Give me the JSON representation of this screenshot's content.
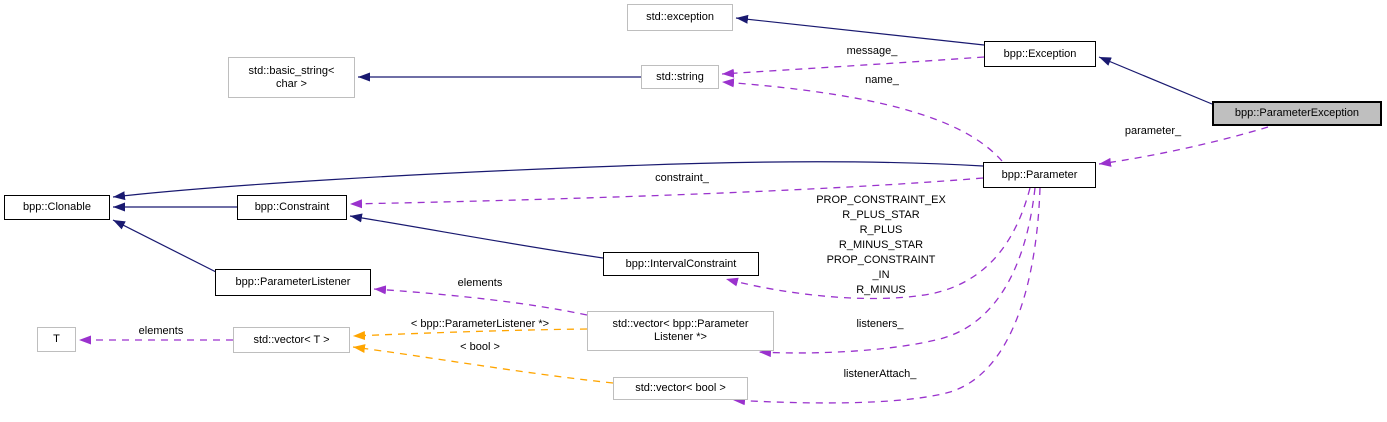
{
  "colors": {
    "inheritance": "#191970",
    "usage": "#9a32cd",
    "template_relation": "#ffa500",
    "node_border": "#000000",
    "external_border": "#bebebe",
    "highlight_fill": "#bfbfbf",
    "background": "#ffffff",
    "text": "#000000"
  },
  "nodes": {
    "std_exception": "std::exception",
    "bpp_exception": "bpp::Exception",
    "std_basic_string": "std::basic_string<\nchar >",
    "std_string": "std::string",
    "bpp_parameter_exception": "bpp::ParameterException",
    "bpp_parameter": "bpp::Parameter",
    "bpp_clonable": "bpp::Clonable",
    "bpp_constraint": "bpp::Constraint",
    "bpp_parameter_listener": "bpp::ParameterListener",
    "bpp_interval_constraint": "bpp::IntervalConstraint",
    "t": "T",
    "std_vector_t": "std::vector< T >",
    "std_vector_listener": "std::vector< bpp::Parameter\nListener *>",
    "std_vector_bool": "std::vector< bool >"
  },
  "edge_labels": {
    "message": "message_",
    "name": "name_",
    "parameter": "parameter_",
    "constraint": "constraint_",
    "static_constraints": "PROP_CONSTRAINT_EX\nR_PLUS_STAR\nR_PLUS\nR_MINUS_STAR\nPROP_CONSTRAINT\n_IN\nR_MINUS",
    "listeners": "listeners_",
    "listener_attach": "listenerAttach_",
    "elements_t": "elements",
    "elements_listener": "elements",
    "template_listener": "< bpp::ParameterListener *>",
    "template_bool": "< bool >"
  }
}
